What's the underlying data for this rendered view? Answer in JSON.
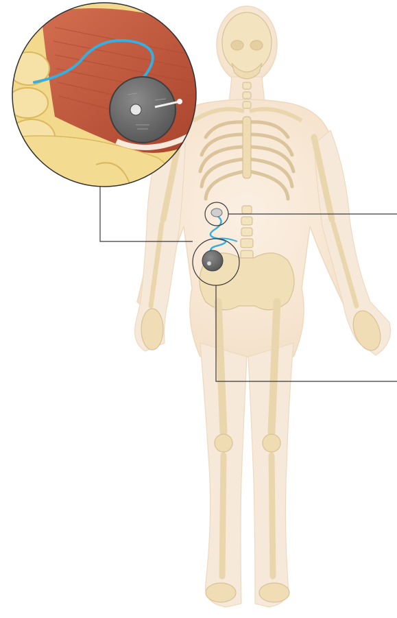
{
  "figure": {
    "colors": {
      "background": "#ffffff",
      "skin": "#f6e7d2",
      "skin_edge": "#ecd3b5",
      "bone": "#f4e3bf",
      "bone_edge": "#dcc69c",
      "muscle": "#c4553a",
      "muscle_dark": "#9f3b27",
      "muscle_light": "#d9785a",
      "fat": "#f2d98c",
      "fat_dark": "#d9b85e",
      "device": "#6e6e6e",
      "device_dark": "#4a4a4a",
      "lead": "#37aee0",
      "callout_line": "#3a3a3a"
    },
    "device_label_text": "",
    "icons": [
      "anatomy-figure",
      "implanted-pump-device",
      "catheter-lead",
      "magnified-inset"
    ]
  }
}
